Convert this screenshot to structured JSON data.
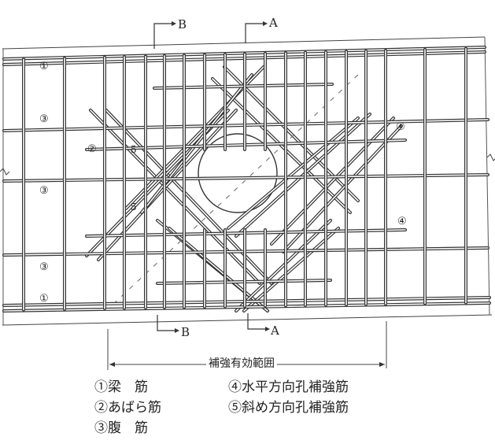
{
  "labels": {
    "beam_bar_top": "①",
    "beam_bar_bottom": "①",
    "web_bar_1": "③",
    "web_bar_2": "③",
    "web_bar_3": "③",
    "stirrup": "②",
    "horiz_hole_bar_1": "④",
    "horiz_hole_bar_2": "④",
    "diag_bar_1": "5",
    "diag_bar_2": "5"
  },
  "sections": {
    "top_b": "B",
    "top_a": "A",
    "bottom_b": "B",
    "bottom_a": "A"
  },
  "dimension": {
    "label": "補強有効範囲"
  },
  "legend": [
    "①梁　筋",
    "②あばら筋",
    "③腹　筋",
    "④水平方向孔補強筋",
    "⑤斜め方向孔補強筋"
  ]
}
